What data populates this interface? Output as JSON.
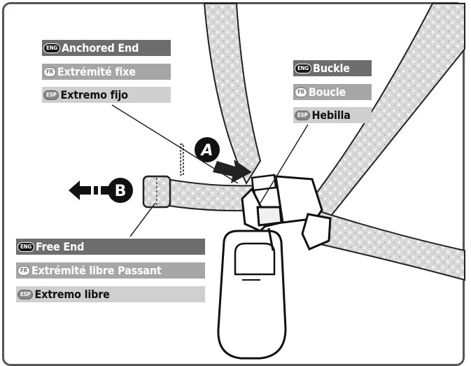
{
  "labels": {
    "anchored_end": {
      "eng": {
        "badge": "ENG",
        "text": "Anchored End"
      },
      "fr": {
        "badge": "FR",
        "text": "Extrémité fixe"
      },
      "esp": {
        "badge": "ESP",
        "text": "Extremo fijo"
      }
    },
    "buckle": {
      "eng": {
        "badge": "ENG",
        "text": "Buckle"
      },
      "fr": {
        "badge": "FR",
        "text": "Boucle"
      },
      "esp": {
        "badge": "ESP",
        "text": "Hebilla"
      }
    },
    "free_end": {
      "eng": {
        "badge": "ENG",
        "text": "Free End"
      },
      "fr": {
        "badge": "FR",
        "text": "Extrémité libre Passant"
      },
      "esp": {
        "badge": "ESP",
        "text": "Extremo libre"
      }
    }
  },
  "markers": {
    "a": "A",
    "b": "B"
  },
  "colors": {
    "eng_bar": "#6d6d6d",
    "fr_bar": "#a6a6a6",
    "esp_bar": "#cfcfcf",
    "strap_fill": "#d8d8d8"
  }
}
